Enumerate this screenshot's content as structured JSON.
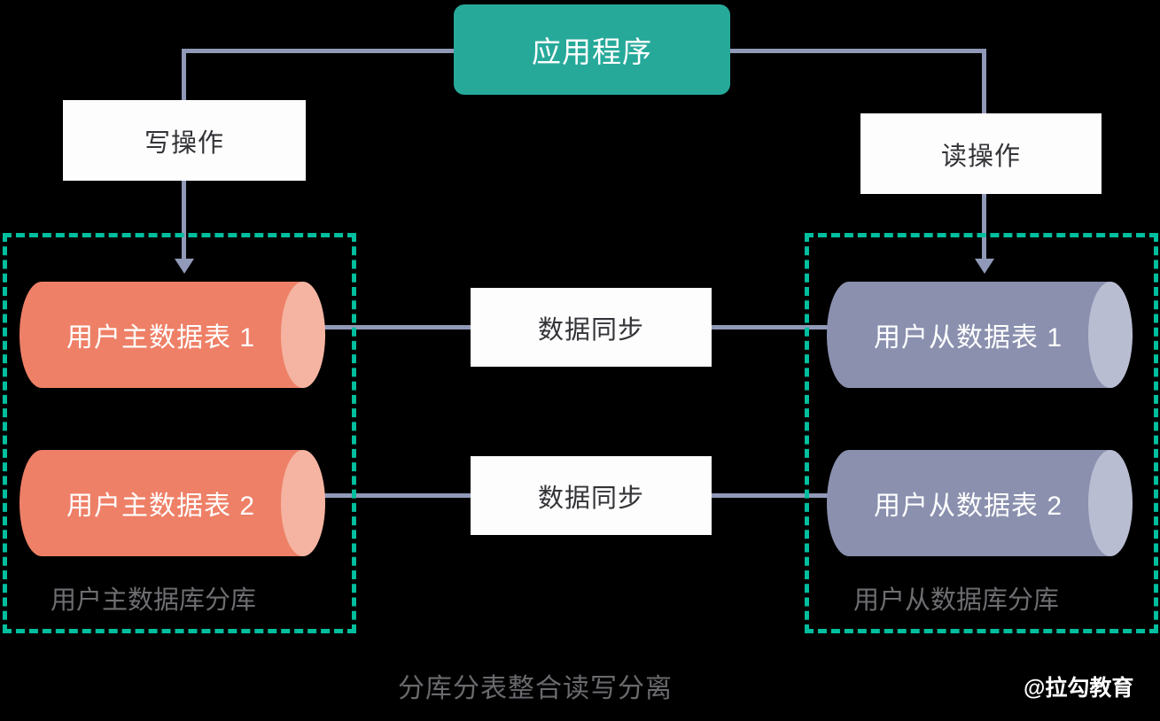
{
  "diagram": {
    "caption": "分库分表整合读写分离",
    "watermark": "@拉勾教育",
    "colors": {
      "background": "#000000",
      "app_box": "#27a99a",
      "dashed_border": "#00bf9e",
      "connector": "#9199b8",
      "master_db": "#ee8067",
      "master_db_cap": "#f5b4a2",
      "slave_db": "#8a90ae",
      "slave_db_cap": "#b9bdd2",
      "white_box": "#fdfdfd",
      "label_text": "#6e6e72"
    },
    "app": {
      "label": "应用程序"
    },
    "operations": [
      {
        "id": "write",
        "label": "写操作"
      },
      {
        "id": "read",
        "label": "读操作"
      }
    ],
    "groups": [
      {
        "id": "master-shard-group",
        "label": "用户主数据库分库",
        "databases": [
          {
            "label": "用户主数据表 1",
            "role": "master"
          },
          {
            "label": "用户主数据表 2",
            "role": "master"
          }
        ]
      },
      {
        "id": "slave-shard-group",
        "label": "用户从数据库分库",
        "databases": [
          {
            "label": "用户从数据表 1",
            "role": "slave"
          },
          {
            "label": "用户从数据表 2",
            "role": "slave"
          }
        ]
      }
    ],
    "sync_labels": [
      {
        "label": "数据同步"
      },
      {
        "label": "数据同步"
      }
    ]
  }
}
